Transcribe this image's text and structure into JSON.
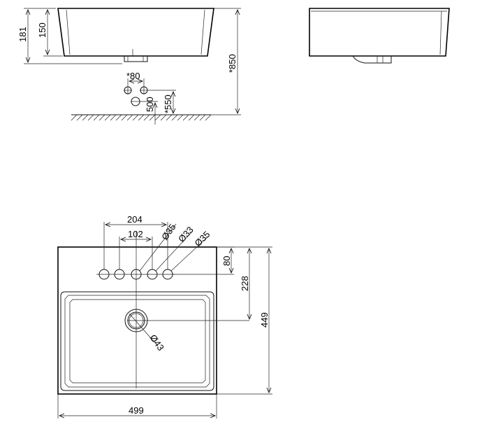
{
  "dimensions": {
    "side_height_total": "181",
    "side_height_bowl": "150",
    "mount_height": "*850",
    "hole_spacing_wall": "*80",
    "drain_height": "500",
    "supply_height": "*550",
    "top_width_holes": "204",
    "top_hole_spacing": "102",
    "hole_dia_a": "Ø35",
    "hole_dia_b": "Ø33",
    "hole_dia_c": "Ø35",
    "hole_depth": "80",
    "drain_offset": "228",
    "overall_depth": "449",
    "drain_dia": "Ø43",
    "overall_width": "499"
  }
}
